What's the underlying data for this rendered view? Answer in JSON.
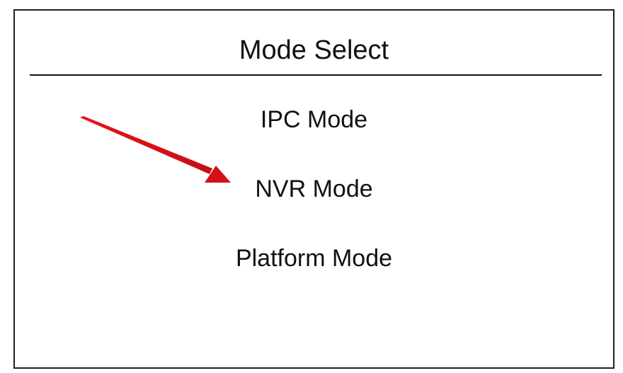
{
  "screen": {
    "title": "Mode Select"
  },
  "menu": {
    "items": [
      {
        "label": "IPC Mode"
      },
      {
        "label": "NVR Mode"
      },
      {
        "label": "Platform Mode"
      }
    ]
  },
  "annotation": {
    "arrow_color": "#e8141a",
    "arrow_target": "NVR Mode"
  }
}
